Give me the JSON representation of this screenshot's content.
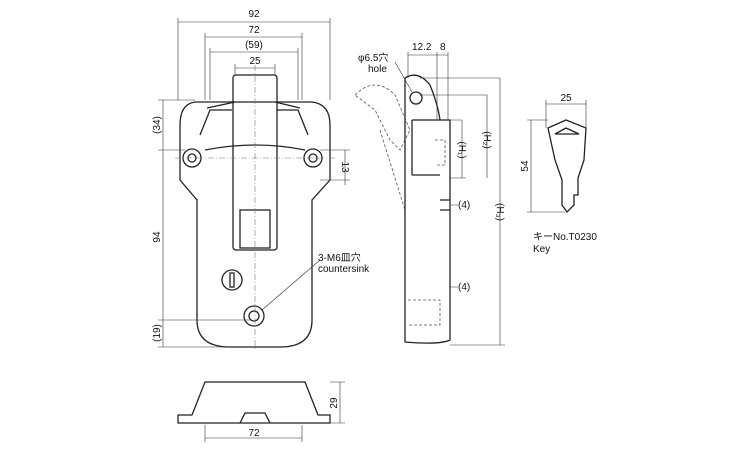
{
  "front_view": {
    "dims": {
      "width_overall": "92",
      "width_mid": "72",
      "width_inner": "(59)",
      "handle_width": "25",
      "top_height": "(34)",
      "center_height": "94",
      "bottom_height": "(19)",
      "hole_offset": "13"
    },
    "callout": {
      "line1": "3-M6皿穴",
      "line2": "countersink"
    }
  },
  "side_view": {
    "dims": {
      "a": "12.2",
      "b": "8",
      "h1": "(H₁)",
      "h2": "(H₂)",
      "h3": "(H₃)",
      "gap_top": "(4)",
      "gap_bottom": "(4)"
    },
    "callout": {
      "line1": "φ6.5穴",
      "line2": "hole"
    }
  },
  "bottom_view": {
    "dims": {
      "height": "29",
      "width": "72"
    }
  },
  "key": {
    "dims": {
      "width": "25",
      "length": "54"
    },
    "label_no": "キーNo.T0230",
    "label": "Key"
  }
}
